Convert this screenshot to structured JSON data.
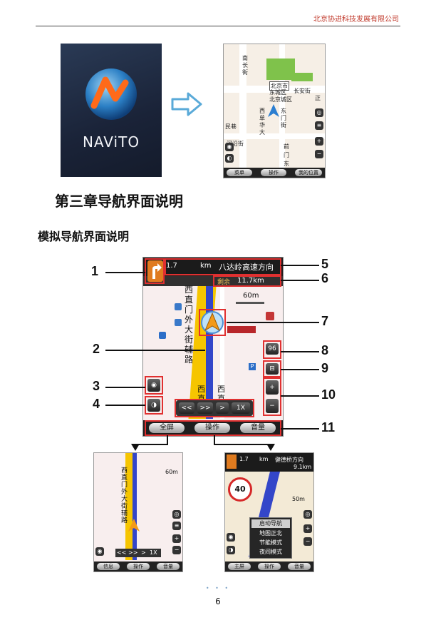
{
  "header": {
    "company": "北京协进科技发展有限公司"
  },
  "logo": {
    "wordmark": "NAViTO"
  },
  "chapter": {
    "title": "第三章导航界面说明"
  },
  "section": {
    "title": "模拟导航界面说明"
  },
  "top_map": {
    "labels": [
      "南",
      "长",
      "街",
      "北京市",
      "东城区",
      "北京城区",
      "长安街",
      "西",
      "东",
      "单",
      "华",
      "门",
      "大",
      "街",
      "民巷",
      "河沿街",
      "前",
      "门",
      "东",
      "正"
    ],
    "buttons": [
      "菜单",
      "操作",
      "我的位置"
    ]
  },
  "nav": {
    "distance": "1.7",
    "distance_unit": "km",
    "road_name": "八达岭高速方向",
    "remaining_label": "剩余",
    "remaining_value": "11.7km",
    "scale": "60m",
    "street_chars": [
      "西",
      "直",
      "门",
      "外",
      "大",
      "街",
      "辅",
      "路"
    ],
    "street_chars_2": [
      "西",
      "直"
    ],
    "street_chars_3": [
      "西",
      "直"
    ],
    "zoom_badge": "96",
    "speed_keys": [
      "<<",
      ">>",
      ">",
      "1X"
    ],
    "bottom_buttons": [
      "全屏",
      "操作",
      "音量"
    ]
  },
  "callouts": [
    "1",
    "2",
    "3",
    "4",
    "5",
    "6",
    "7",
    "8",
    "9",
    "10",
    "11"
  ],
  "sub_left": {
    "scale": "60m",
    "street_chars": [
      "西",
      "直",
      "门",
      "外",
      "大",
      "街",
      "辅",
      "路"
    ],
    "speed_keys": [
      "<<",
      ">>",
      ">",
      "1X"
    ],
    "bottom_buttons": [
      "信息",
      "操作",
      "音量"
    ]
  },
  "sub_right": {
    "distance": "1.7",
    "distance_unit": "km",
    "road_name": "健德桥方向",
    "remaining": "9.1km",
    "speed_limit": "40",
    "scale": "50m",
    "menu_items": [
      "启动导航",
      "地图正北",
      "节能模式",
      "夜间模式"
    ],
    "bottom_buttons": [
      "主屏",
      "操作",
      "音量"
    ]
  },
  "footer": {
    "dots": "• • •",
    "page": "6"
  }
}
